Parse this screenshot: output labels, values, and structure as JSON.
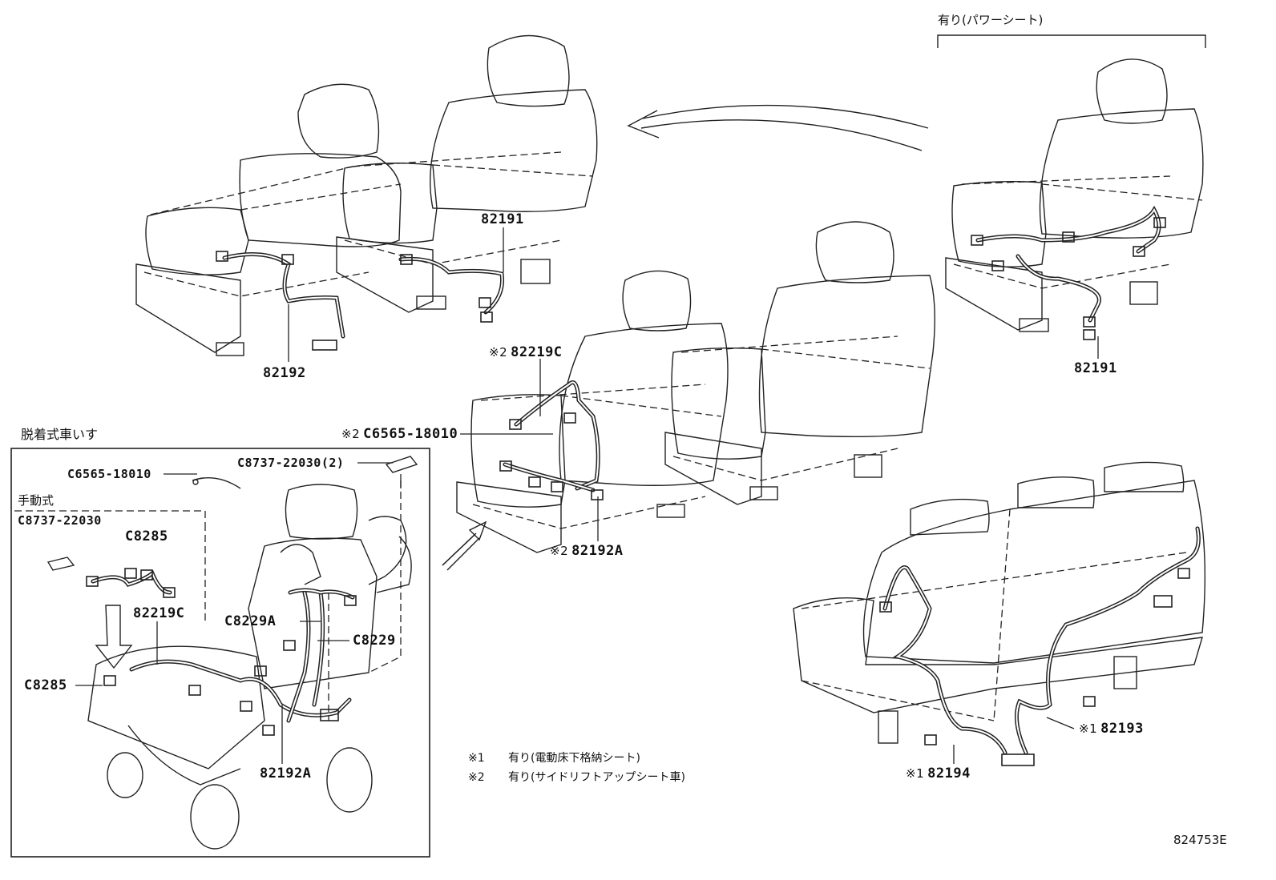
{
  "header": {
    "power_seat_label": "有り(パワーシート)"
  },
  "parts": {
    "p82191_top": "82191",
    "p82192_top": "82192",
    "p82191_right": "82191",
    "p82219C_mid": "82219C",
    "mark2_a": "※2",
    "mark2_b": "※2",
    "mark2_c": "※2",
    "pC6565_mid": "C6565-18010",
    "p82192A_mid": "82192A",
    "p82193": "82193",
    "mark1_a": "※1",
    "mark1_b": "※1",
    "p82194": "82194"
  },
  "inset": {
    "title": "脱着式車いす",
    "manual_label": "手動式",
    "c6565": "C6565-18010",
    "c8737_2": "C8737-22030(2)",
    "c8737": "C8737-22030",
    "c8285_top": "C8285",
    "p82219C": "82219C",
    "c8229A": "C8229A",
    "c8229": "C8229",
    "c8285_side": "C8285",
    "p82192A": "82192A"
  },
  "notes": [
    {
      "key": "※1",
      "text": "有り(電動床下格納シート)"
    },
    {
      "key": "※2",
      "text": "有り(サイドリフトアップシート車)"
    }
  ],
  "figure_id": "824753E"
}
